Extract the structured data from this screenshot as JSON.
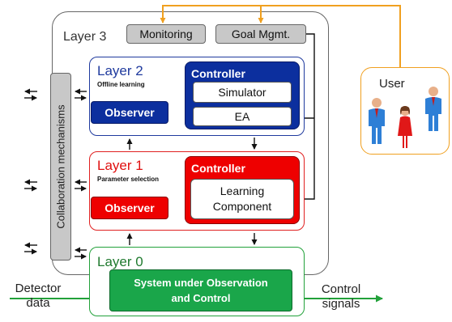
{
  "layers": {
    "layer3": {
      "title": "Layer 3"
    },
    "layer2": {
      "title": "Layer 2",
      "subtitle": "Offline learning"
    },
    "layer1": {
      "title": "Layer 1",
      "subtitle": "Parameter selection"
    },
    "layer0": {
      "title": "Layer 0"
    }
  },
  "top_boxes": {
    "monitoring": "Monitoring",
    "goal_mgmt": "Goal Mgmt."
  },
  "collaboration": {
    "label": "Collaboration mechanisms"
  },
  "layer2_parts": {
    "observer": "Observer",
    "controller": "Controller",
    "simulator": "Simulator",
    "ea": "EA"
  },
  "layer1_parts": {
    "observer": "Observer",
    "controller": "Controller",
    "learning_line1": "Learning",
    "learning_line2": "Component"
  },
  "layer0_parts": {
    "suoc_line1": "System under Observation",
    "suoc_line2": "and Control"
  },
  "io": {
    "detector_line1": "Detector",
    "detector_line2": "data",
    "control_line1": "Control",
    "control_line2": "signals"
  },
  "user": {
    "label": "User"
  },
  "colors": {
    "layer2": "#1f3a9e",
    "layer2_fill": "#0c2f9e",
    "layer1": "#e02020",
    "layer1_fill": "#ee0000",
    "layer0": "#22a13a",
    "layer0_fill": "#1aa64a",
    "user": "#f0a020",
    "gray": "#c8c8c8"
  }
}
